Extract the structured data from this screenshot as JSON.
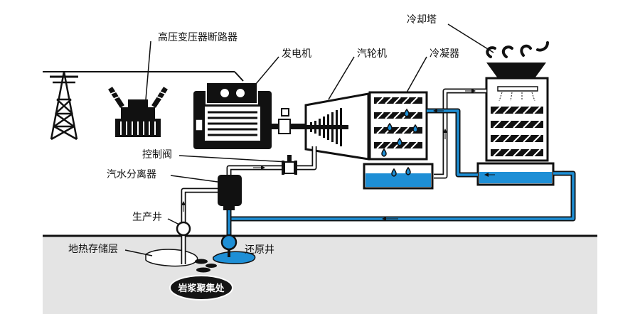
{
  "labels": {
    "transformer_breaker": "高压变压器断路器",
    "generator": "发电机",
    "turbine": "汽轮机",
    "condenser": "冷凝器",
    "cooling_tower": "冷却塔",
    "control_valve": "控制阀",
    "separator": "汽水分离器",
    "production_well": "生产井",
    "reservoir": "地热存储层",
    "injection_well": "还原井",
    "magma": "岩浆聚集处"
  },
  "colors": {
    "water": "#1e8fd6",
    "steam_pipe": "#ffffff",
    "ground": "#e4e4e4",
    "dark": "#111111",
    "magma_fill": "#151515"
  }
}
